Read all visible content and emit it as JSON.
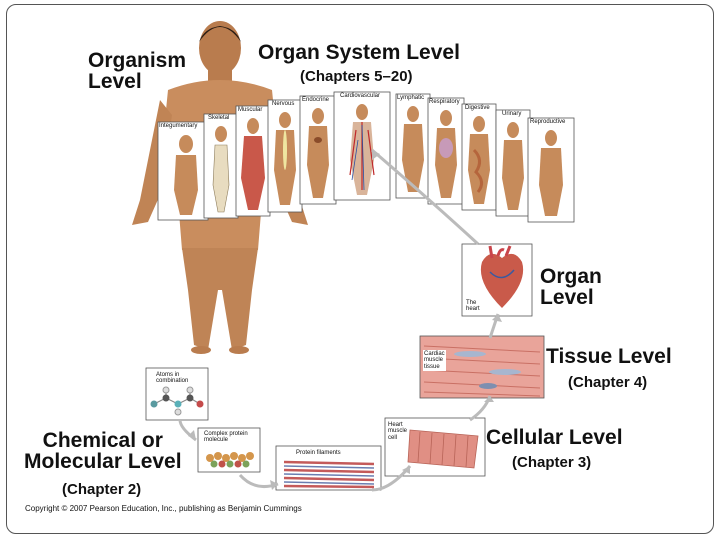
{
  "labels": {
    "organism_level": "Organism\nLevel",
    "organ_system_level": "Organ System Level",
    "organ_system_chapters": "(Chapters 5–20)",
    "organ_level": "Organ\nLevel",
    "tissue_level": "Tissue Level",
    "tissue_chapter": "(Chapter 4)",
    "cellular_level": "Cellular Level",
    "cellular_chapter": "(Chapter 3)",
    "chemical_level": "Chemical or\nMolecular Level",
    "chemical_chapter": "(Chapter 2)"
  },
  "organ_systems": [
    "Integumentary",
    "Skeletal",
    "Muscular",
    "Nervous",
    "Endocrine",
    "Cardiovascular",
    "Lymphatic",
    "Respiratory",
    "Digestive",
    "Urinary",
    "Reproductive"
  ],
  "small_labels": {
    "heart": "The\nheart",
    "cardiac_tissue": "Cardiac\nmuscle\ntissue",
    "heart_cell": "Heart\nmuscle\ncell",
    "protein_filaments": "Protein filaments",
    "complex_protein": "Complex protein\nmolecule",
    "atoms": "Atoms in\ncombination"
  },
  "copyright": "Copyright © 2007 Pearson Education, Inc., publishing as Benjamin Cummings"
}
